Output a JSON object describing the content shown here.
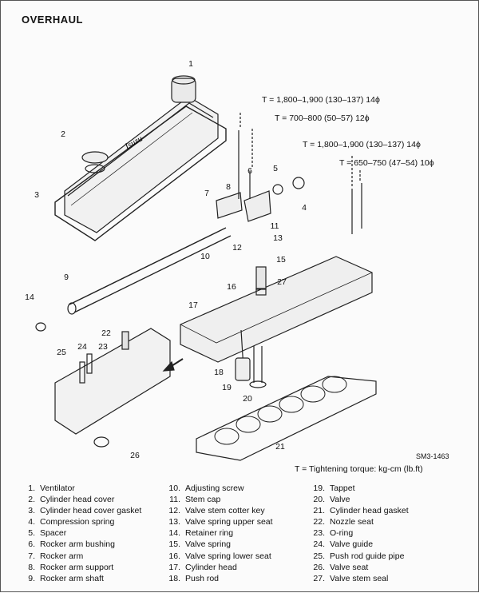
{
  "title": "OVERHAUL",
  "torques": [
    "T = 1,800–1,900 (130–137) 14ϕ",
    "T = 700–800 (50–57) 12ϕ",
    "T = 1,800–1,900 (130–137) 14ϕ",
    "T = 650–750 (47–54) 10ϕ"
  ],
  "figure_ref": "SM3-1463",
  "torque_note": "T = Tightening torque: kg-cm (lb.ft)",
  "brand_text": "Isuzu",
  "callouts": [
    "1",
    "2",
    "3",
    "4",
    "5",
    "6",
    "7",
    "8",
    "9",
    "10",
    "11",
    "12",
    "13",
    "14",
    "15",
    "16",
    "17",
    "18",
    "19",
    "20",
    "21",
    "22",
    "23",
    "24",
    "25",
    "26",
    "27"
  ],
  "legend": [
    {
      "num": "1.",
      "label": "Ventilator"
    },
    {
      "num": "2.",
      "label": "Cylinder head cover"
    },
    {
      "num": "3.",
      "label": "Cylinder head cover gasket"
    },
    {
      "num": "4.",
      "label": "Compression spring"
    },
    {
      "num": "5.",
      "label": "Spacer"
    },
    {
      "num": "6.",
      "label": "Rocker arm bushing"
    },
    {
      "num": "7.",
      "label": "Rocker arm"
    },
    {
      "num": "8.",
      "label": "Rocker arm support"
    },
    {
      "num": "9.",
      "label": "Rocker arm shaft"
    },
    {
      "num": "10.",
      "label": "Adjusting screw"
    },
    {
      "num": "11.",
      "label": "Stem cap"
    },
    {
      "num": "12.",
      "label": "Valve stem cotter key"
    },
    {
      "num": "13.",
      "label": "Valve spring upper seat"
    },
    {
      "num": "14.",
      "label": "Retainer ring"
    },
    {
      "num": "15.",
      "label": "Valve spring"
    },
    {
      "num": "16.",
      "label": "Valve spring lower seat"
    },
    {
      "num": "17.",
      "label": "Cylinder head"
    },
    {
      "num": "18.",
      "label": "Push rod"
    },
    {
      "num": "19.",
      "label": "Tappet"
    },
    {
      "num": "20.",
      "label": "Valve"
    },
    {
      "num": "21.",
      "label": "Cylinder head gasket"
    },
    {
      "num": "22.",
      "label": "Nozzle seat"
    },
    {
      "num": "23.",
      "label": "O-ring"
    },
    {
      "num": "24.",
      "label": "Valve guide"
    },
    {
      "num": "25.",
      "label": "Push rod guide pipe"
    },
    {
      "num": "26.",
      "label": "Valve seat"
    },
    {
      "num": "27.",
      "label": "Valve stem seal"
    }
  ]
}
